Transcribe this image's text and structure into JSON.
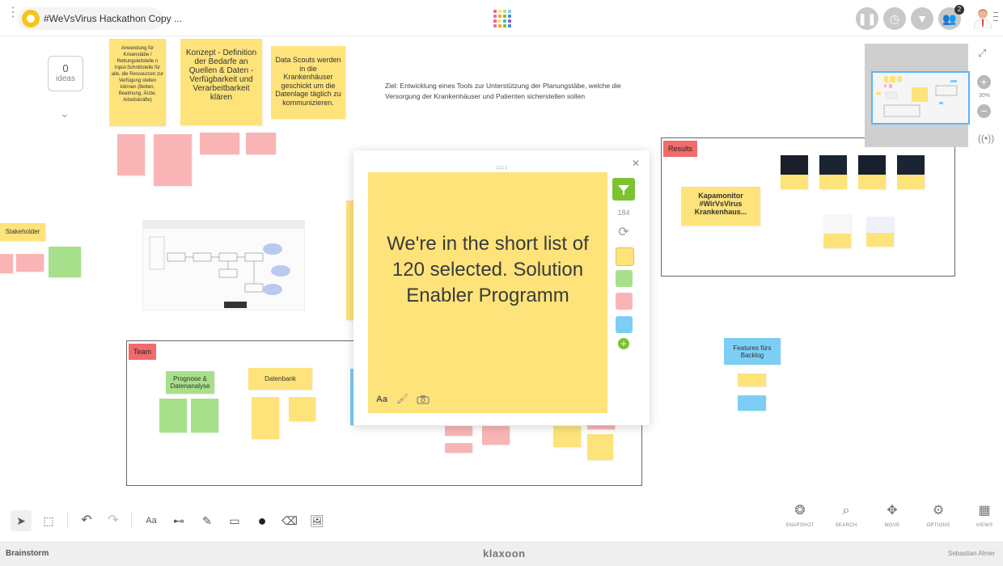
{
  "header": {
    "session_title": "#WeVsVirus Hackathon Copy ...",
    "notification_count": "2"
  },
  "sidebar": {
    "ideas_count": "0",
    "ideas_label": "ideas"
  },
  "board": {
    "goal_text": "Ziel: Entwicklung eines Tools zur Unterstützung der Planungstäbe, welche die Versorgung der Krankenhäuser und Patienten sicherstellen sollen",
    "notes": {
      "anwendung": "Anwendung für Krisenstäbe / Rettungsleitstelle n Input-Schnittstelle für alle, die Ressourcen zur Verfügung stellen können (Betten, Beatmung, Ärzte, Arbeitskräfte)",
      "konzept": "Konzept - Definition der Bedarfe an Quellen & Daten - Verfügbarkeit und Verarbeitbarkeit klären",
      "datascouts": "Data Scouts werden in die Krankenhäuser geschickt um die Datenlage täglich zu kommunizieren.",
      "stakeholder": "Stakeholder",
      "kapamonitor": "Kapamonitor #WirVsVirus Krankenhaus...",
      "features": "Features fürs Backlog",
      "prognose": "Prognose & Datenanalyse",
      "datenbank": "Datenbank"
    },
    "frames": {
      "results": "Results",
      "team": "Team"
    }
  },
  "minimap": {
    "zoom": "30%"
  },
  "modal": {
    "note_text": "We're in the short list of 120 selected. Solution Enabler Programm",
    "char_count": "184",
    "colors": [
      "#fde37a",
      "#a7e08a",
      "#f9b5b5",
      "#7ccef5"
    ],
    "font_label": "Aa"
  },
  "toolbar": {
    "text_tool": "Aa",
    "snapshot": "SNAPSHOT",
    "search": "SEARCH",
    "move": "MOVE",
    "options": "OPTIONS",
    "views": "VIEWS"
  },
  "footer": {
    "mode": "Brainstorm",
    "brand": "klaxoon",
    "user": "Sebastian Almer"
  }
}
